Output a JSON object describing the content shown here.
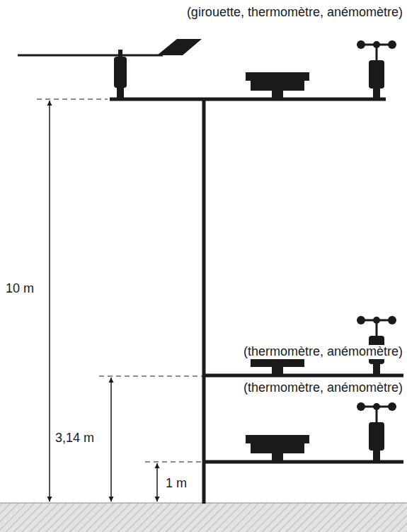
{
  "diagram": {
    "labels": [
      "(girouette, thermomètre, anémomètre)",
      "10 m",
      "(thermomètre, anémomètre)",
      "3,14 m",
      "(thermomètre, anémomètre)",
      "1 m"
    ]
  }
}
